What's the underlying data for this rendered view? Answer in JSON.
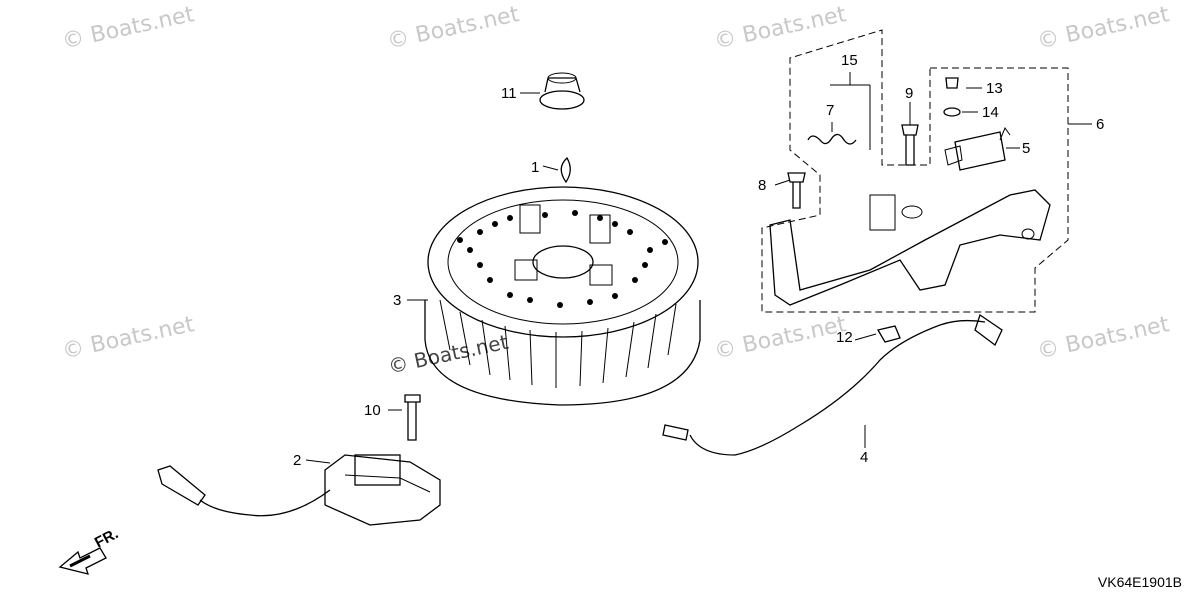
{
  "watermarks": [
    "© Boats.net",
    "© Boats.net",
    "© Boats.net",
    "© Boats.net",
    "© Boats.net",
    "© Boats.net",
    "© Boats.net",
    "© Boats.net"
  ],
  "part_numbers": {
    "p1": "1",
    "p2": "2",
    "p3": "3",
    "p4": "4",
    "p5": "5",
    "p6": "6",
    "p7": "7",
    "p8": "8",
    "p9": "9",
    "p10": "10",
    "p11": "11",
    "p12": "12",
    "p13": "13",
    "p14": "14",
    "p15": "15"
  },
  "front_label": "FR.",
  "diagram_code": "VK64E1901B"
}
